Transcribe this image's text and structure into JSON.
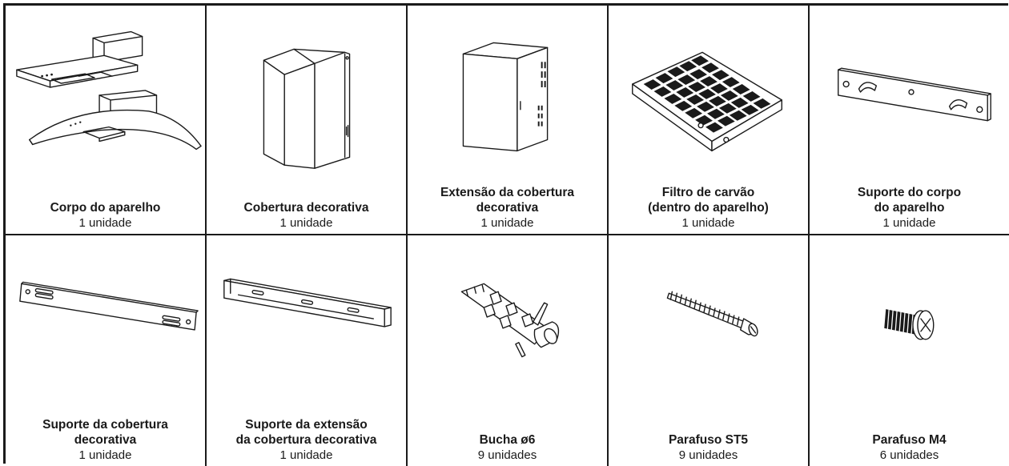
{
  "items": [
    {
      "name": "Corpo do aparelho",
      "qty": "1 unidade",
      "icon": "range-hood-body-icon"
    },
    {
      "name": "Cobertura decorativa",
      "qty": "1 unidade",
      "icon": "decorative-cover-icon"
    },
    {
      "name": "Extensão da cobertura\ndecorativa",
      "qty": "1 unidade",
      "icon": "cover-extension-icon"
    },
    {
      "name": "Filtro de carvão\n(dentro do aparelho)",
      "qty": "1 unidade",
      "icon": "charcoal-filter-icon"
    },
    {
      "name": "Suporte do corpo\ndo aparelho",
      "qty": "1 unidade",
      "icon": "body-bracket-icon"
    },
    {
      "name": "Suporte da cobertura\ndecorativa",
      "qty": "1 unidade",
      "icon": "cover-bracket-icon"
    },
    {
      "name": "Suporte da extensão\nda cobertura decorativa",
      "qty": "1 unidade",
      "icon": "extension-bracket-icon"
    },
    {
      "name": "Bucha ø6",
      "qty": "9 unidades",
      "icon": "wall-plug-icon"
    },
    {
      "name": "Parafuso ST5",
      "qty": "9 unidades",
      "icon": "screw-st5-icon"
    },
    {
      "name": "Parafuso M4",
      "qty": "6 unidades",
      "icon": "screw-m4-icon"
    }
  ]
}
